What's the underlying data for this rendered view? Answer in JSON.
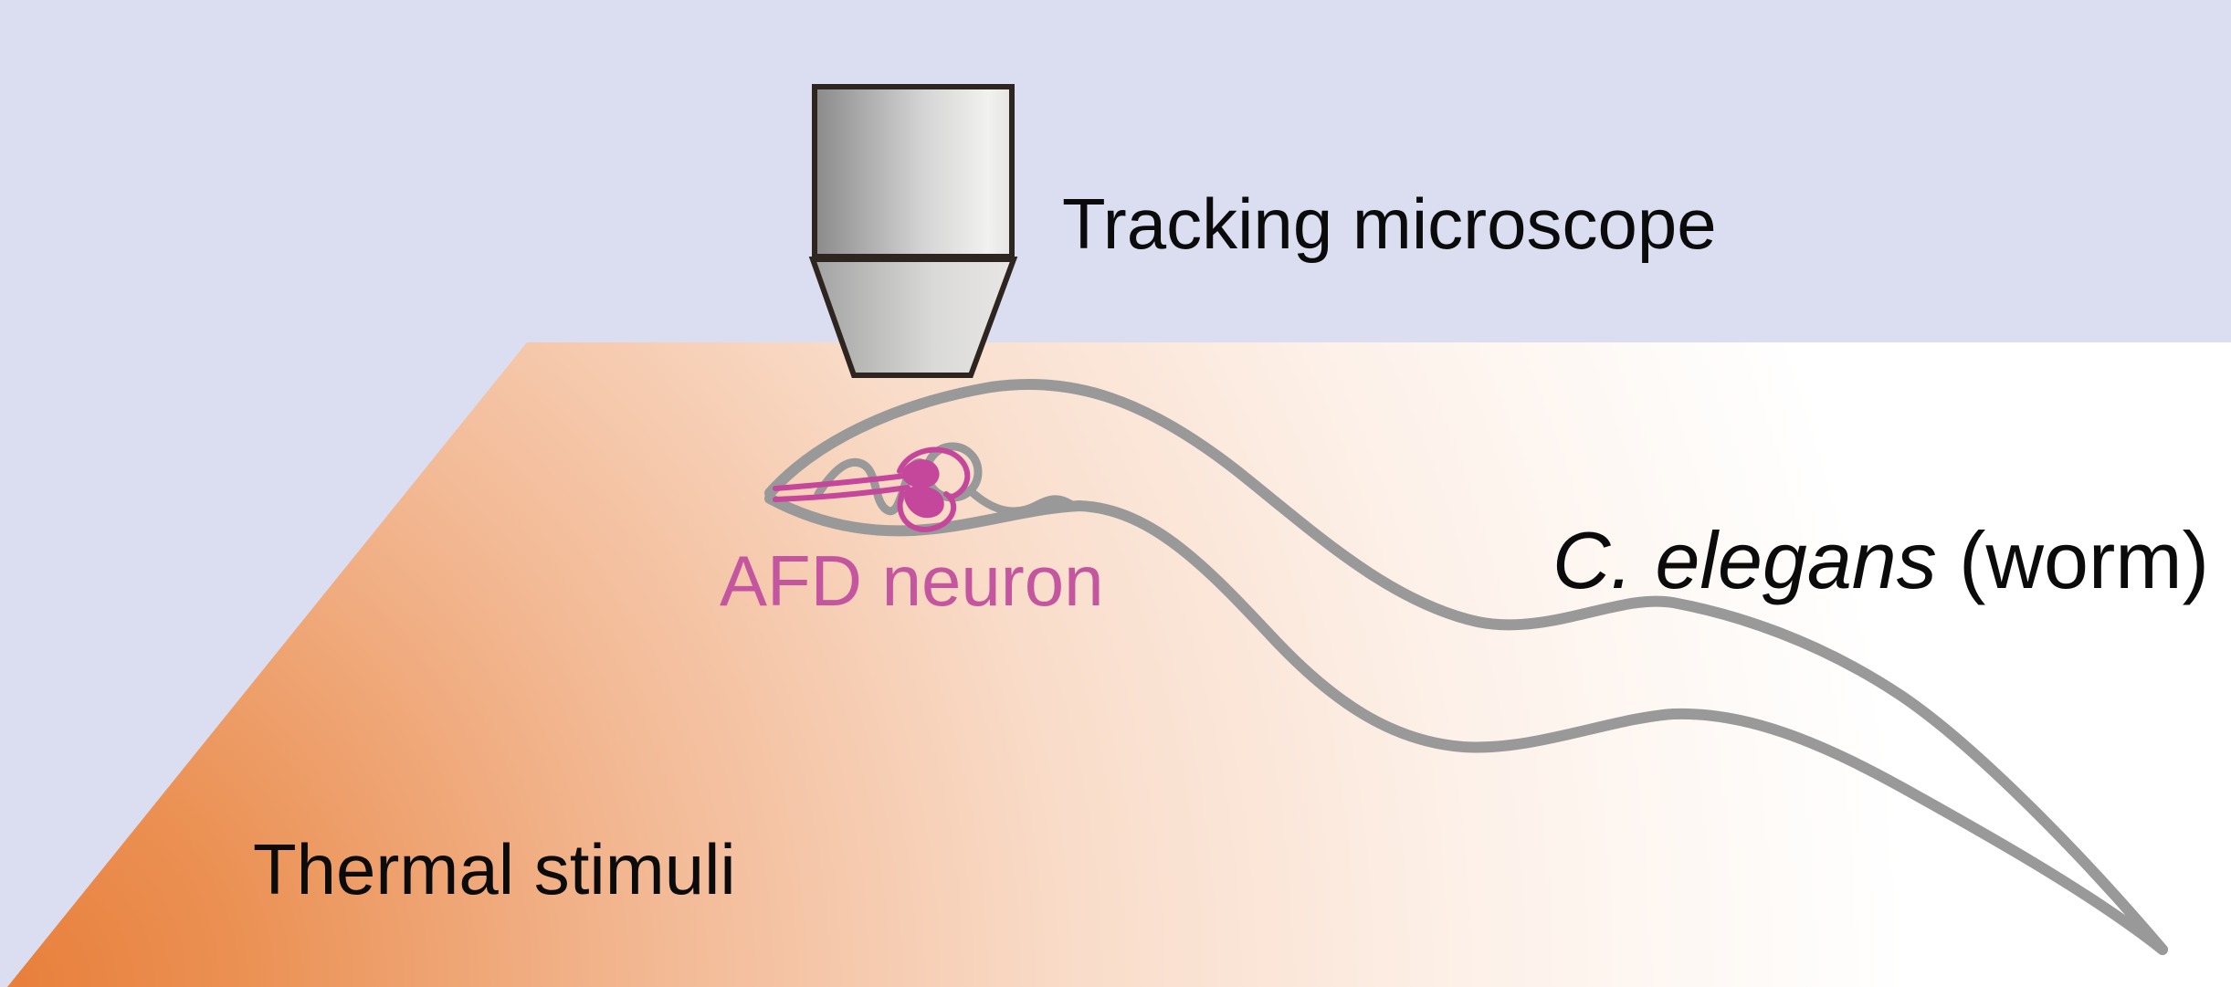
{
  "figure": {
    "labels": {
      "microscope": "Tracking microscope",
      "worm_species": "C. elegans",
      "worm_suffix": " (worm)",
      "neuron": "AFD neuron",
      "thermal": "Thermal stimuli"
    },
    "colors": {
      "background_lavender": "#DBDDF1",
      "plate_orange_hot": "#E8823E",
      "plate_fade_white": "#FFFFFF",
      "worm_outline_gray": "#999999",
      "neuron_pink": "#C5479B",
      "neuron_label_pink": "#C4569F",
      "microscope_outline": "#2E2420",
      "label_black": "#0B0B0B"
    },
    "graphics": {
      "plate": "thermal-gradient-plate",
      "microscope": "microscope-objective-icon",
      "worm": "c-elegans-worm-outline",
      "pharynx": "worm-pharynx-outline",
      "neuron": "afd-neuron-drawing"
    }
  }
}
